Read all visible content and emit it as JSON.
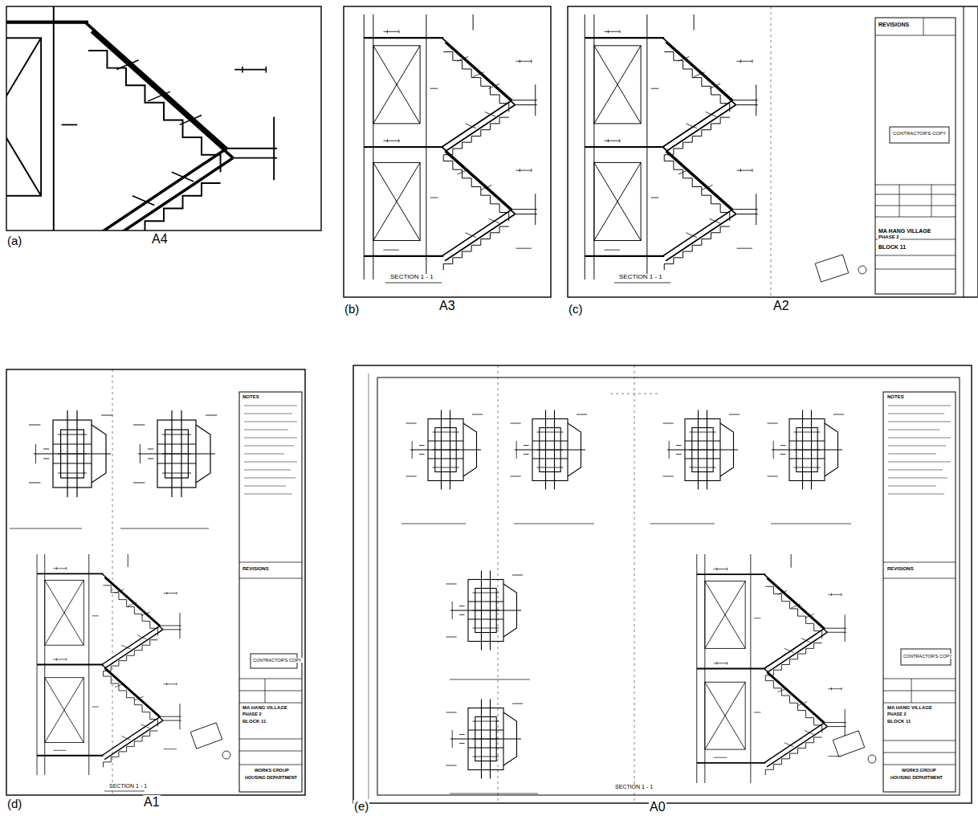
{
  "diagram": {
    "labels": [
      "(a)",
      "A4",
      "(b)",
      "A3",
      "(c)",
      "A2",
      "(d)",
      "A1",
      "(e)",
      "A0",
      "SECTION 1 - 1",
      "SECTION 1 - 1",
      "REVISIONS",
      "CONTRACTOR'S COPY",
      "MA HANG VILLAGE",
      "PHASE 2",
      "BLOCK 11",
      "SECTION 1 - 1",
      "NOTES",
      "REVISIONS",
      "CONTRACTOR'S COPY",
      "MA HANG VILLAGE",
      "PHASE 2",
      "BLOCK 11",
      "WORKS GROUP",
      "HOUSING DEPARTMENT",
      "SECTION 1 - 1",
      "NOTES",
      "REVISIONS",
      "CONTRACTOR'S COPY",
      "MA HANG VILLAGE",
      "PHASE 2",
      "BLOCK 11",
      "WORKS GROUP",
      "HOUSING DEPARTMENT"
    ]
  }
}
